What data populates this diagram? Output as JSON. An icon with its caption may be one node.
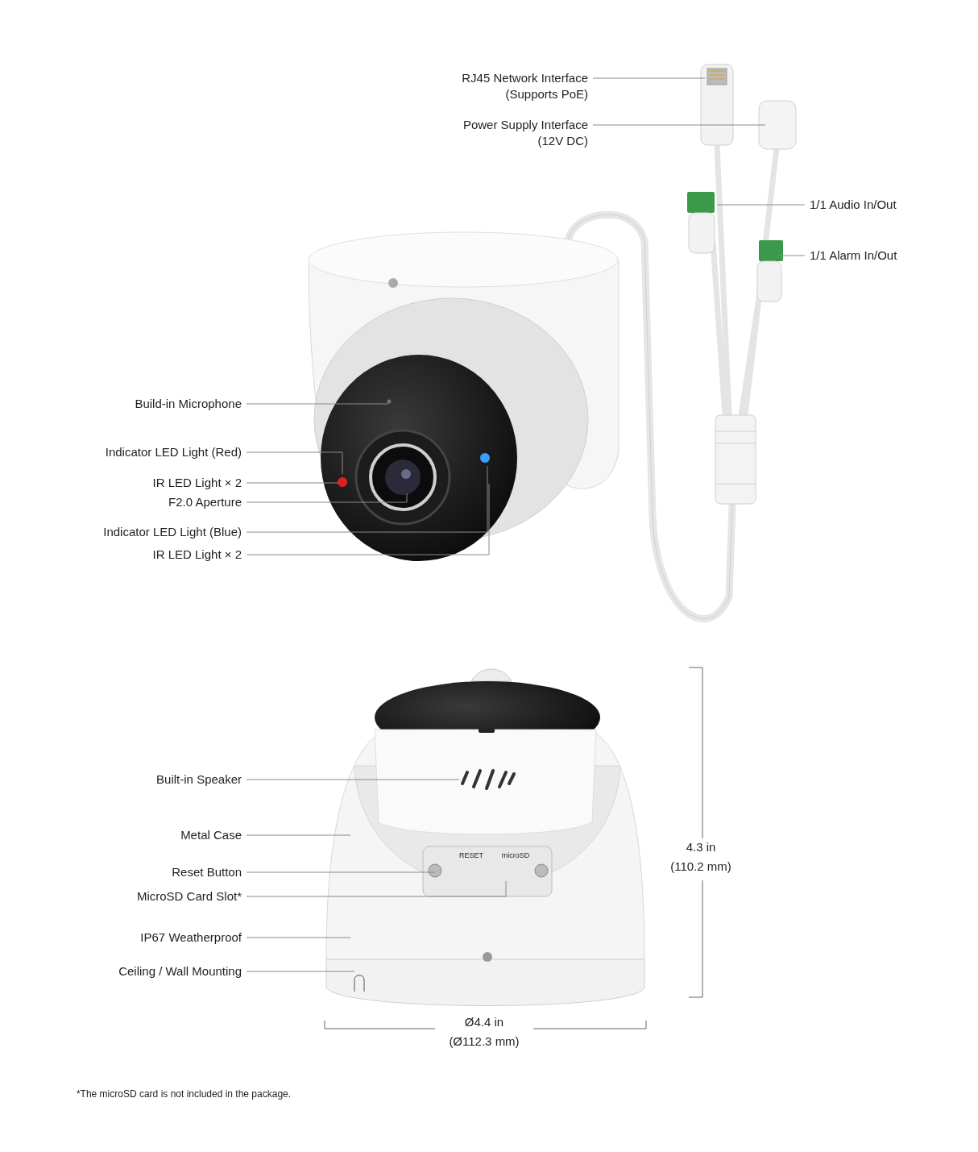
{
  "diagram": {
    "nodes": [
      {
        "text": [
          "RJ45 Network Interface (Supports PoE)"
        ]
      },
      {
        "text": [
          "Power Supply Interface (12V DC)"
        ]
      },
      {
        "text": [
          "1/1 Audio In/Out"
        ]
      },
      {
        "text": [
          "1/1 Alarm In/Out"
        ]
      },
      {
        "text": [
          "Build-in Microphone"
        ]
      },
      {
        "text": [
          "Indicator LED Light (Red)"
        ]
      },
      {
        "text": [
          "IR LED Light × 2"
        ]
      },
      {
        "text": [
          "F2.0 Aperture"
        ]
      },
      {
        "text": [
          "Indicator LED Light (Blue)"
        ]
      },
      {
        "text": [
          "IR LED Light × 2"
        ]
      },
      {
        "text": [
          "Built-in Speaker"
        ]
      },
      {
        "text": [
          "Metal Case"
        ]
      },
      {
        "text": [
          "Reset Button"
        ]
      },
      {
        "text": [
          "MicroSD Card Slot*"
        ]
      },
      {
        "text": [
          "IP67 Weatherproof"
        ]
      },
      {
        "text": [
          "Ceiling / Wall Mounting"
        ]
      }
    ],
    "edges": [
      {
        "from": 0,
        "to": null,
        "arrow": "none"
      },
      {
        "from": 1,
        "to": null,
        "arrow": "none"
      },
      {
        "from": 2,
        "to": null,
        "arrow": "none"
      },
      {
        "from": 3,
        "to": null,
        "arrow": "none"
      },
      {
        "from": 4,
        "to": null,
        "arrow": "none"
      },
      {
        "from": 5,
        "to": null,
        "arrow": "none"
      },
      {
        "from": 6,
        "to": null,
        "arrow": "none"
      },
      {
        "from": 7,
        "to": null,
        "arrow": "none"
      },
      {
        "from": 8,
        "to": null,
        "arrow": "none"
      },
      {
        "from": 9,
        "to": null,
        "arrow": "none"
      },
      {
        "from": 10,
        "to": null,
        "arrow": "none"
      },
      {
        "from": 11,
        "to": null,
        "arrow": "none"
      },
      {
        "from": 12,
        "to": null,
        "arrow": "none"
      },
      {
        "from": 13,
        "to": null,
        "arrow": "none"
      },
      {
        "from": 14,
        "to": null,
        "arrow": "none"
      },
      {
        "from": 15,
        "to": null,
        "arrow": "none"
      }
    ],
    "labels": [
      "4.3 in",
      "(110.2 mm)",
      "Ø4.4 in",
      "(Ø112.3 mm)",
      "microSD",
      "RESET",
      "*The microSD card is not included in the package."
    ]
  }
}
